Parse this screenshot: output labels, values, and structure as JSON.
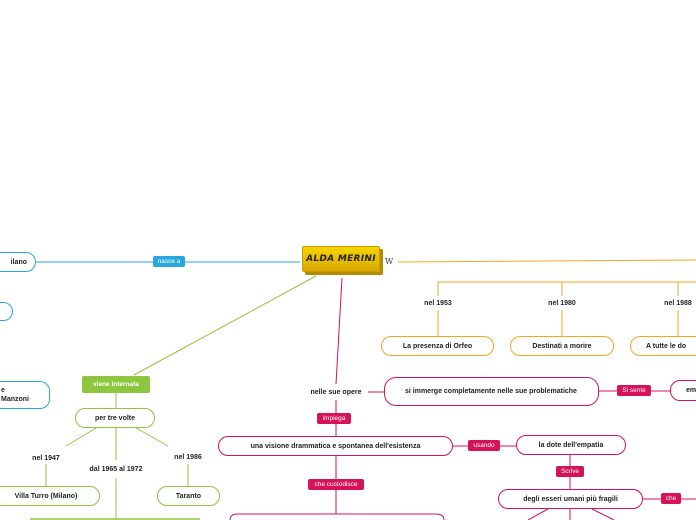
{
  "root": {
    "title": "ALDA MERINI",
    "wiki_icon": "W"
  },
  "left_branch": {
    "partial_city": "ilano",
    "connector": "nasce a",
    "partial_place_line1": "e",
    "partial_place_line2": "Manzoni"
  },
  "internment": {
    "connector": "viene internata",
    "times": "per tre volte",
    "year_1947": "nel 1947",
    "year_range": "dal 1965 al 1972",
    "year_1986": "nel 1986",
    "place_1947": "Villa Turro (Milano)",
    "place_1986": "Taranto"
  },
  "works": {
    "year_1953": "nel 1953",
    "year_1980": "nel 1980",
    "year_1988": "nel 1988",
    "book_1953": "La presenza di Orfeo",
    "book_1980": "Destinati a morire",
    "book_1988": "A tutte le do"
  },
  "operas": {
    "label": "nelle sue opere",
    "immerge": "si immerge completamente nelle sue problematiche",
    "si_sente": "Si sente",
    "partial_right": "em",
    "impiega": "impiega",
    "vision": "una visione drammatica e spontanea dell'esistenza",
    "usando": "usando",
    "empatia": "la dote dell'empatia",
    "custodisce": "che custodisce",
    "scrive": "Scrive",
    "fragili": "degli esseri umani più fragili",
    "che": "che"
  },
  "colors": {
    "blue": "#29a8e0",
    "green": "#8dc63f",
    "orange": "#f5a623",
    "crimson": "#d6135a",
    "gold": "#f0c800"
  }
}
